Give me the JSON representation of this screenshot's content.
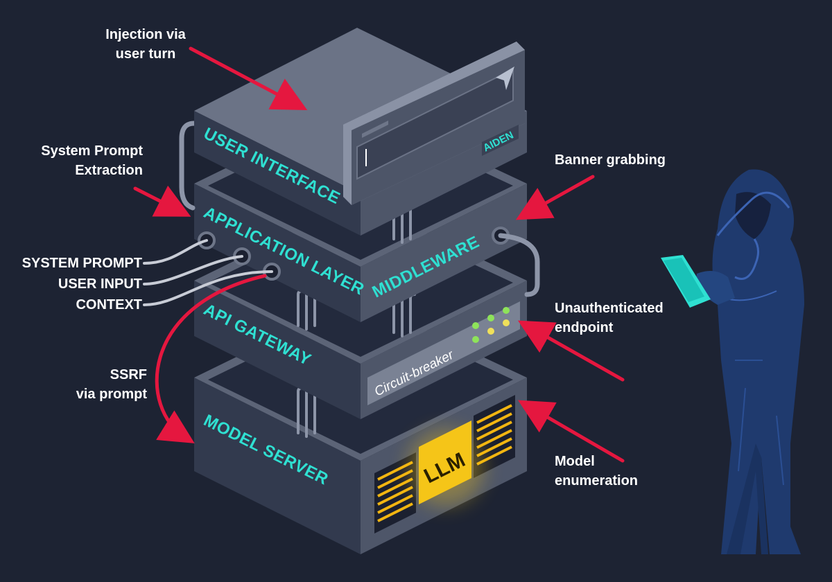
{
  "colors": {
    "background": "#1d2333",
    "accent_cyan": "#2fe0d2",
    "arrow_red": "#e5173f",
    "llm_yellow": "#f5c518",
    "hacker_blue": "#1f3a6e",
    "tablet_cyan": "#2fe0d2"
  },
  "layers": {
    "user_interface": "USER INTERFACE",
    "application_layer": "APPLICATION LAYER",
    "middleware": "MIDDLEWARE",
    "api_gateway": "API GATEWAY",
    "model_server": "MODEL SERVER"
  },
  "chat_widget": {
    "brand": "AIDEN"
  },
  "circuit_breaker": "Circuit-breaker",
  "llm_chip": "LLM",
  "inputs": {
    "system_prompt": "SYSTEM PROMPT",
    "user_input": "USER INPUT",
    "context": "CONTEXT"
  },
  "annotations": {
    "injection": [
      "Injection via",
      "user turn"
    ],
    "system_prompt_extraction": [
      "System Prompt",
      "Extraction"
    ],
    "banner_grabbing": "Banner grabbing",
    "unauthenticated_endpoint": [
      "Unauthenticated",
      "endpoint"
    ],
    "ssrf": [
      "SSRF",
      "via prompt"
    ],
    "model_enumeration": [
      "Model",
      "enumeration"
    ]
  },
  "icons": {
    "send": "send-icon",
    "hacker": "hooded-attacker-figure",
    "tablet": "tablet-icon"
  }
}
